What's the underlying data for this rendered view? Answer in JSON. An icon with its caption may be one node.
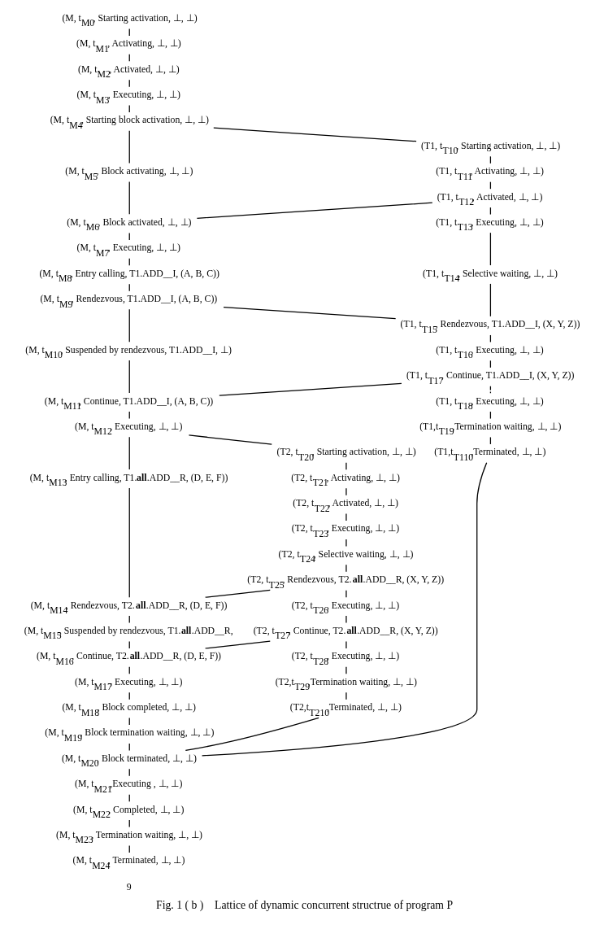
{
  "diagram": {
    "caption": "Fig. 1 ( b )    Lattice of dynamic concurrent structrue of program P",
    "nodes": [
      {
        "text": [
          "(M, t$_{M0}$, Starting activation, ⊥, ⊥)"
        ]
      },
      {
        "text": [
          "(M, t$_{M1}$, Activating, ⊥, ⊥)"
        ]
      },
      {
        "text": [
          "(M, t$_{M2}$, Activated, ⊥, ⊥)"
        ]
      },
      {
        "text": [
          "(M, t$_{M3}$, Executing, ⊥, ⊥)"
        ]
      },
      {
        "text": [
          "(M, t$_{M4}$, Starting block activation, ⊥, ⊥)"
        ]
      },
      {
        "text": [
          "(M, t$_{M5}$, Block activating, ⊥, ⊥)"
        ]
      },
      {
        "text": [
          "(M, t$_{M6}$, Block activated, ⊥, ⊥)"
        ]
      },
      {
        "text": [
          "(M, t$_{M7}$, Executing, ⊥, ⊥)"
        ]
      },
      {
        "text": [
          "(M, t$_{M8}$, Entry calling, T1.ADD__I, (A, B, C))"
        ]
      },
      {
        "text": [
          "(M, t$_{M9}$, Rendezvous, T1.ADD__I, (A, B, C))"
        ]
      },
      {
        "text": [
          "(M, t$_{M10}$, Suspended by rendezvous, T1.ADD__I, ⊥)"
        ]
      },
      {
        "text": [
          "(M, t$_{M11}$, Continue, T1.ADD__I, (A, B, C))"
        ]
      },
      {
        "text": [
          "(M, t$_{M12}$, Executing, ⊥, ⊥)"
        ]
      },
      {
        "text": [
          "(M, t$_{M13}$, Entry calling, T1.**all**.ADD__R, (D, E, F))"
        ]
      },
      {
        "text": [
          "(M, t$_{M14}$, Rendezvous, T2.**all**.ADD__R, (D, E, F))"
        ]
      },
      {
        "text": [
          "(M, t$_{M15}$, Suspended by rendezvous, T1.**all**.ADD__R,"
        ]
      },
      {
        "text": [
          "(M, t$_{M16}$, Continue, T2.**all**.ADD__R, (D, E, F))"
        ]
      },
      {
        "text": [
          "(M, t$_{M17}$, Executing, ⊥, ⊥)"
        ]
      },
      {
        "text": [
          "(M, t$_{M18}$, Block completed, ⊥, ⊥)"
        ]
      },
      {
        "text": [
          "(M, t$_{M19}$, Block termination waiting, ⊥, ⊥)"
        ]
      },
      {
        "text": [
          "(M, t$_{M20}$, Block terminated, ⊥, ⊥)"
        ]
      },
      {
        "text": [
          "(M, t$_{M21}$,Executing , ⊥, ⊥)"
        ]
      },
      {
        "text": [
          "(M, t$_{M22}$, Completed, ⊥, ⊥)"
        ]
      },
      {
        "text": [
          "(M, t$_{M23}$, Termination waiting, ⊥, ⊥)"
        ]
      },
      {
        "text": [
          "(M, t$_{M24}$, Terminated, ⊥, ⊥)"
        ]
      },
      {
        "text": [
          "(T1, t$_{T10}$, Starting activation, ⊥, ⊥)"
        ]
      },
      {
        "text": [
          "(T1, t$_{T11}$, Activating, ⊥, ⊥)"
        ]
      },
      {
        "text": [
          "(T1, t$_{T12}$, Activated, ⊥, ⊥)"
        ]
      },
      {
        "text": [
          "(T1, t$_{T13}$, Executing, ⊥, ⊥)"
        ]
      },
      {
        "text": [
          "(T1, t$_{T14}$, Selective waiting, ⊥, ⊥)"
        ]
      },
      {
        "text": [
          "(T1, t$_{T15}$, Rendezvous, T1.ADD__I, (X, Y, Z))"
        ]
      },
      {
        "text": [
          "(T1, t$_{T16}$, Executing, ⊥, ⊥)"
        ]
      },
      {
        "text": [
          "(T1, t$_{T17}$, Continue, T1.ADD__I, (X, Y, Z))"
        ]
      },
      {
        "text": [
          "(T1, t$_{T18}$, Executing, ⊥, ⊥)"
        ]
      },
      {
        "text": [
          "(T1,t$_{T19}$,Termination waiting, ⊥, ⊥)"
        ]
      },
      {
        "text": [
          "(T1,t$_{T110}$,Terminated, ⊥, ⊥)"
        ]
      },
      {
        "text": [
          "(T2, t$_{T20}$, Starting activation, ⊥, ⊥)"
        ]
      },
      {
        "text": [
          "(T2, t$_{T21}$, Activating, ⊥, ⊥)"
        ]
      },
      {
        "text": [
          "(T2, t$_{T22}$, Activated, ⊥, ⊥)"
        ]
      },
      {
        "text": [
          "(T2, t$_{T23}$, Executing, ⊥, ⊥)"
        ]
      },
      {
        "text": [
          "(T2, t$_{T24}$, Selective waiting, ⊥, ⊥)"
        ]
      },
      {
        "text": [
          "(T2, t$_{T25}$, Rendezvous, T2.**all**.ADD__R, (X, Y, Z))"
        ]
      },
      {
        "text": [
          "(T2, t$_{T26}$, Executing, ⊥, ⊥)"
        ]
      },
      {
        "text": [
          "(T2, t$_{T27}$, Continue, T2.**all**.ADD__R, (X, Y, Z))"
        ]
      },
      {
        "text": [
          "(T2, t$_{T28}$, Executing, ⊥, ⊥)"
        ]
      },
      {
        "text": [
          "(T2,t$_{T29}$,Termination waiting, ⊥, ⊥)"
        ]
      },
      {
        "text": [
          "(T2,t$_{T210}$,Terminated, ⊥, ⊥)"
        ]
      }
    ],
    "edges": [
      {
        "from": 0,
        "to": 1,
        "arrow": "none"
      },
      {
        "from": 1,
        "to": 2,
        "arrow": "none"
      },
      {
        "from": 2,
        "to": 3,
        "arrow": "none"
      },
      {
        "from": 3,
        "to": 4,
        "arrow": "none"
      },
      {
        "from": 4,
        "to": 5,
        "arrow": "none"
      },
      {
        "from": 5,
        "to": 6,
        "arrow": "none"
      },
      {
        "from": 6,
        "to": 7,
        "arrow": "none"
      },
      {
        "from": 7,
        "to": 8,
        "arrow": "none"
      },
      {
        "from": 8,
        "to": 9,
        "arrow": "none"
      },
      {
        "from": 9,
        "to": 10,
        "arrow": "none"
      },
      {
        "from": 10,
        "to": 11,
        "arrow": "none"
      },
      {
        "from": 11,
        "to": 12,
        "arrow": "none"
      },
      {
        "from": 12,
        "to": 13,
        "arrow": "none"
      },
      {
        "from": 13,
        "to": 14,
        "arrow": "none"
      },
      {
        "from": 14,
        "to": 15,
        "arrow": "none"
      },
      {
        "from": 15,
        "to": 16,
        "arrow": "none"
      },
      {
        "from": 16,
        "to": 17,
        "arrow": "none"
      },
      {
        "from": 17,
        "to": 18,
        "arrow": "none"
      },
      {
        "from": 18,
        "to": 19,
        "arrow": "none"
      },
      {
        "from": 19,
        "to": 20,
        "arrow": "none"
      },
      {
        "from": 20,
        "to": 21,
        "arrow": "none"
      },
      {
        "from": 21,
        "to": 22,
        "arrow": "none"
      },
      {
        "from": 22,
        "to": 23,
        "arrow": "none"
      },
      {
        "from": 23,
        "to": 24,
        "arrow": "none"
      },
      {
        "from": 4,
        "to": 25,
        "arrow": "none"
      },
      {
        "from": 25,
        "to": 26,
        "arrow": "none"
      },
      {
        "from": 26,
        "to": 27,
        "arrow": "none"
      },
      {
        "from": 27,
        "to": 6,
        "arrow": "none"
      },
      {
        "from": 27,
        "to": 28,
        "arrow": "none"
      },
      {
        "from": 28,
        "to": 29,
        "arrow": "none"
      },
      {
        "from": 29,
        "to": 30,
        "arrow": "none"
      },
      {
        "from": 9,
        "to": 30,
        "arrow": "none"
      },
      {
        "from": 30,
        "to": 31,
        "arrow": "none"
      },
      {
        "from": 31,
        "to": 32,
        "arrow": "none"
      },
      {
        "from": 32,
        "to": 11,
        "arrow": "none"
      },
      {
        "from": 32,
        "to": 33,
        "arrow": "none",
        "style": "dashed"
      },
      {
        "from": 33,
        "to": 34,
        "arrow": "none"
      },
      {
        "from": 34,
        "to": 35,
        "arrow": "none"
      },
      {
        "from": 35,
        "to": 20,
        "arrow": "none"
      },
      {
        "from": 12,
        "to": 36,
        "arrow": "none"
      },
      {
        "from": 36,
        "to": 37,
        "arrow": "none"
      },
      {
        "from": 37,
        "to": 38,
        "arrow": "none"
      },
      {
        "from": 38,
        "to": 39,
        "arrow": "none"
      },
      {
        "from": 39,
        "to": 40,
        "arrow": "none"
      },
      {
        "from": 40,
        "to": 41,
        "arrow": "none"
      },
      {
        "from": 41,
        "to": 14,
        "arrow": "none"
      },
      {
        "from": 41,
        "to": 42,
        "arrow": "none"
      },
      {
        "from": 42,
        "to": 43,
        "arrow": "none"
      },
      {
        "from": 43,
        "to": 16,
        "arrow": "none"
      },
      {
        "from": 43,
        "to": 44,
        "arrow": "none"
      },
      {
        "from": 44,
        "to": 45,
        "arrow": "none"
      },
      {
        "from": 45,
        "to": 46,
        "arrow": "none"
      },
      {
        "from": 46,
        "to": 20,
        "arrow": "none"
      }
    ],
    "labels": [
      "9"
    ]
  }
}
